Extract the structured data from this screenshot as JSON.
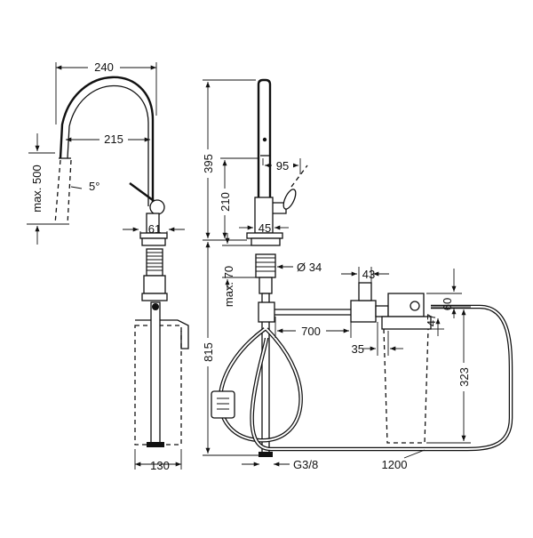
{
  "dimensions": {
    "spout_width": "240",
    "spout_reach": "215",
    "pullout_max": "max. 500",
    "spray_angle": "5°",
    "base_width": "61",
    "underside_width": "130",
    "total_height": "395",
    "lever_height": "210",
    "lever_depth": "95",
    "body_width": "45",
    "hole_diameter": "Ø 34",
    "deck_max": "max. 70",
    "under_height": "815",
    "connection": "G3/8",
    "hose_700": "700",
    "valve_43": "43",
    "valve_60": "60",
    "valve_47": "47",
    "valve_35": "35",
    "filter_height": "323",
    "hose_1200": "1200"
  }
}
